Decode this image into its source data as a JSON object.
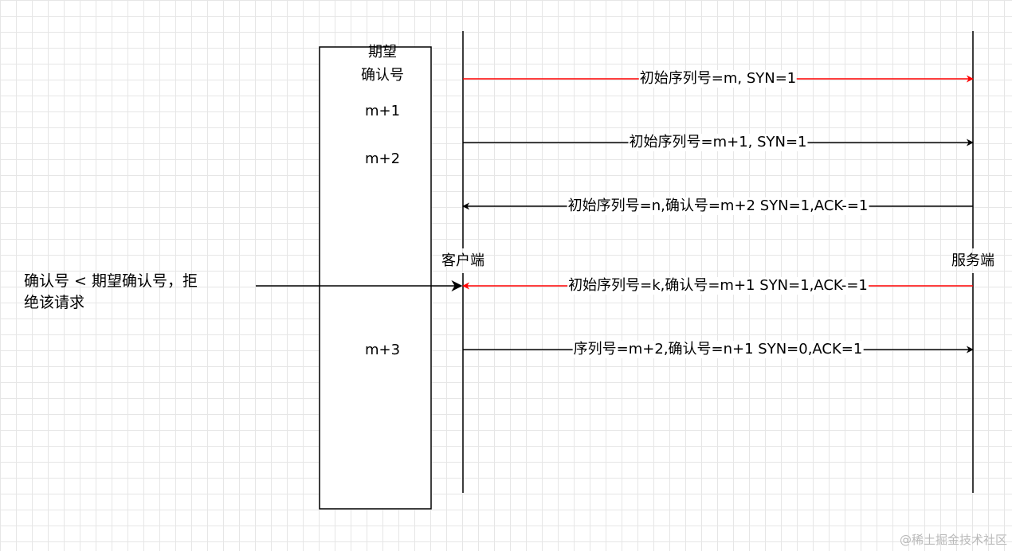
{
  "colors": {
    "background": "#ffffff",
    "grid": "#e6e6e6",
    "line": "#000000",
    "highlight": "#ff0000"
  },
  "box": {
    "header_line1": "期望",
    "header_line2": "确认号",
    "values": [
      "m+1",
      "m+2",
      "m+3"
    ]
  },
  "client": {
    "label": "客户端"
  },
  "server": {
    "label": "服务端"
  },
  "messages": [
    {
      "label": "初始序列号=m, SYN=1",
      "direction": "client-to-server",
      "color": "#ff0000"
    },
    {
      "label": "初始序列号=m+1, SYN=1",
      "direction": "client-to-server",
      "color": "#000000"
    },
    {
      "label": "初始序列号=n,确认号=m+2 SYN=1,ACK-=1",
      "direction": "server-to-client",
      "color": "#000000"
    },
    {
      "label": "初始序列号=k,确认号=m+1 SYN=1,ACK-=1",
      "direction": "server-to-client",
      "color": "#ff0000"
    },
    {
      "label": "序列号=m+2,确认号=n+1 SYN=0,ACK=1",
      "direction": "client-to-server",
      "color": "#000000"
    }
  ],
  "annotation": {
    "line1": "确认号 < 期望确认号，拒",
    "line2": "绝该请求"
  },
  "watermark": "@稀土掘金技术社区"
}
